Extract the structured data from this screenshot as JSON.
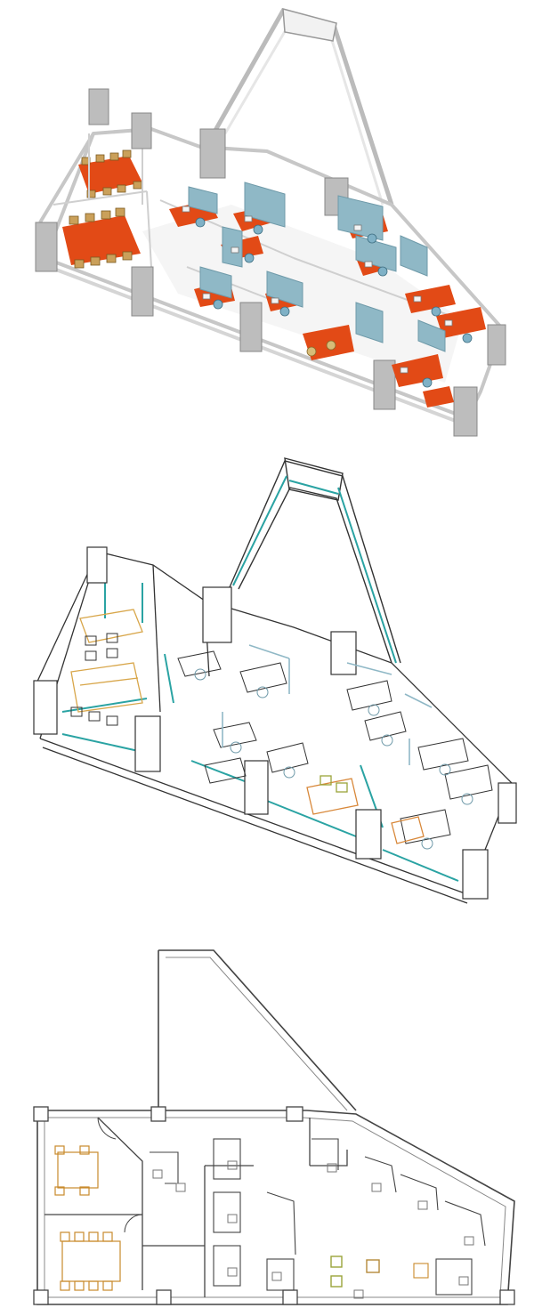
{
  "views": [
    {
      "id": "render",
      "style": "rendered-isometric"
    },
    {
      "id": "wireframe",
      "style": "wireframe-isometric"
    },
    {
      "id": "plan",
      "style": "2d-floor-plan"
    }
  ],
  "colors": {
    "desk": "#e24a16",
    "panel": "#8fb8c6",
    "panel_dark": "#6f9aa9",
    "column": "#b9b9b9",
    "wall": "#dddddd",
    "wire_glass": "#2aa3a3",
    "wire_line": "#333333",
    "wood": "#d8a64a",
    "plan_line": "#444444",
    "plan_furniture": "#c98a2c",
    "plan_chair_green": "#9aa43a"
  }
}
